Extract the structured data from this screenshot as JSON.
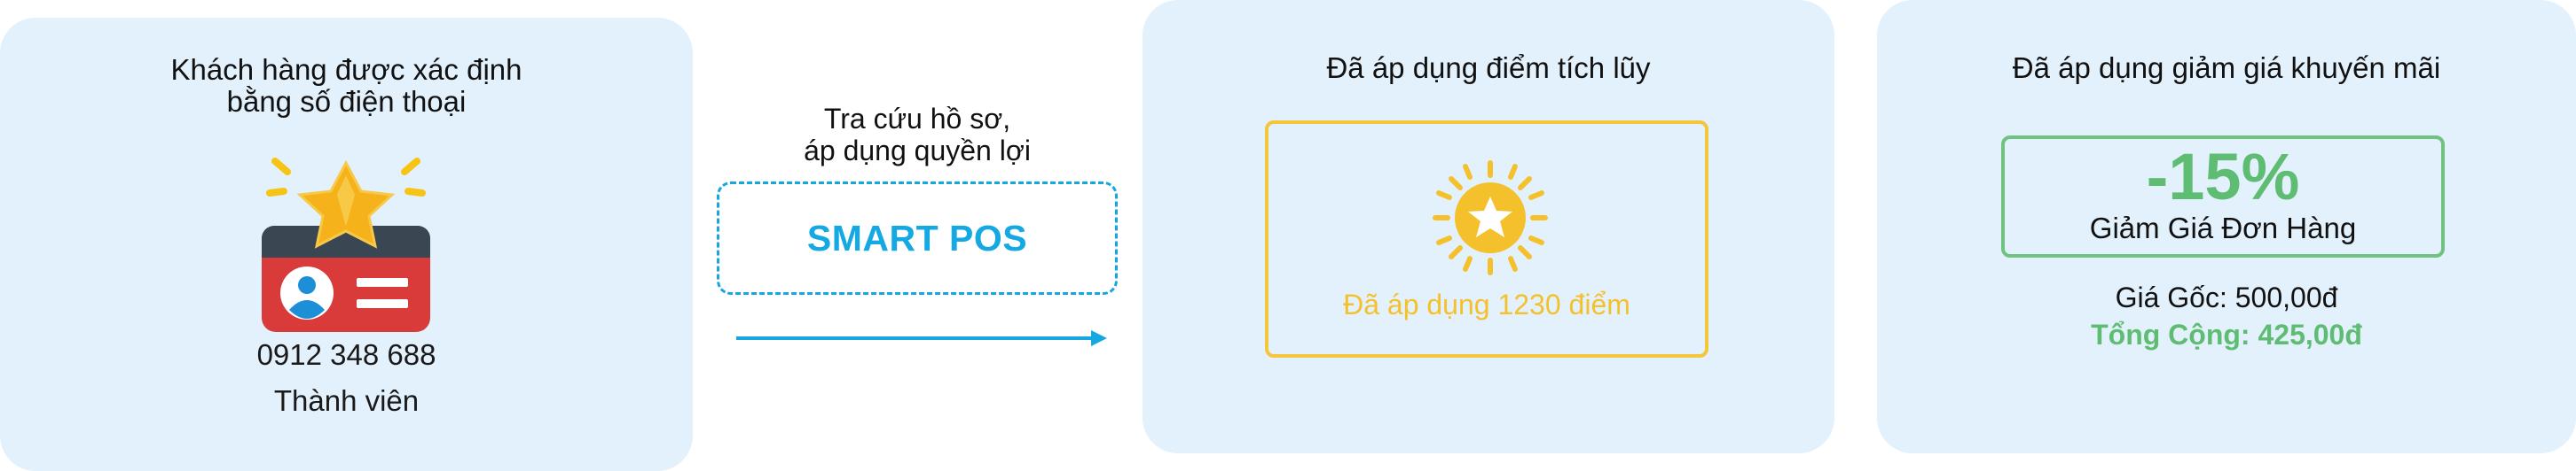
{
  "customer_card": {
    "title_line1": "Khách hàng được xác định",
    "title_line2": "bằng số điện thoại",
    "phone": "0912 348 688",
    "membership": "Thành viên",
    "icon": "member-card-icon"
  },
  "lookup_step": {
    "caption_line1": "Tra cứu hồ sơ,",
    "caption_line2": "áp dụng quyền lợi",
    "system_label": "SMART POS"
  },
  "points_card": {
    "title": "Đã áp dụng điểm tích lũy",
    "applied_text": "Đã áp dụng 1230 điểm",
    "icon": "sun-star-icon"
  },
  "discount_card": {
    "title": "Đã áp dụng giảm giá khuyến mãi",
    "percent": "-15%",
    "label": "Giảm Giá Đơn Hàng",
    "original_price": "Giá Gốc: 500,00đ",
    "total": "Tổng Cộng: 425,00đ"
  },
  "colors": {
    "card_bg": "#e3f1fc",
    "accent_blue": "#15a9e4",
    "points_yellow": "#f4c12d",
    "discount_green": "#5fbd73",
    "member_card_red": "#d93a3a"
  }
}
